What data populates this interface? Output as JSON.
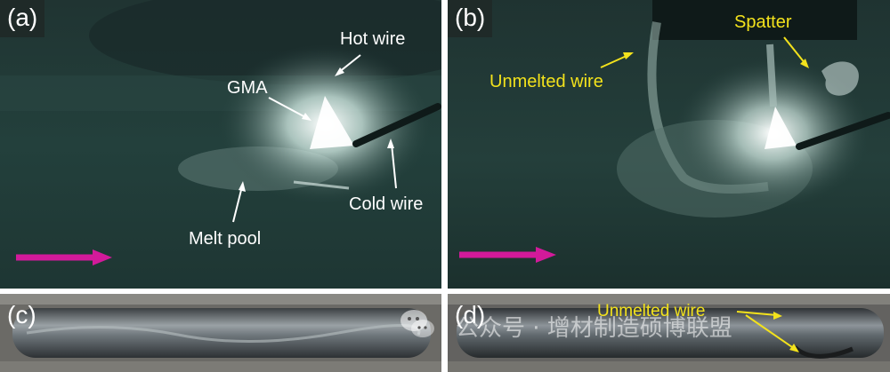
{
  "panels": {
    "a": {
      "label": "(a)",
      "annotations": {
        "hot_wire": "Hot wire",
        "gma": "GMA",
        "cold_wire": "Cold wire",
        "melt_pool": "Melt pool"
      }
    },
    "b": {
      "label": "(b)",
      "annotations": {
        "spatter": "Spatter",
        "unmelted_wire": "Unmelted wire"
      }
    },
    "c": {
      "label": "(c)"
    },
    "d": {
      "label": "(d)",
      "annotations": {
        "unmelted_wire": "Unmelted wire"
      }
    }
  },
  "watermark": {
    "text": "公众号 · 增材制造硕博联盟"
  },
  "colors": {
    "direction_arrow": "#d21a9a",
    "annotation_yellow": "#f3e21c",
    "annotation_white": "#ffffff"
  }
}
